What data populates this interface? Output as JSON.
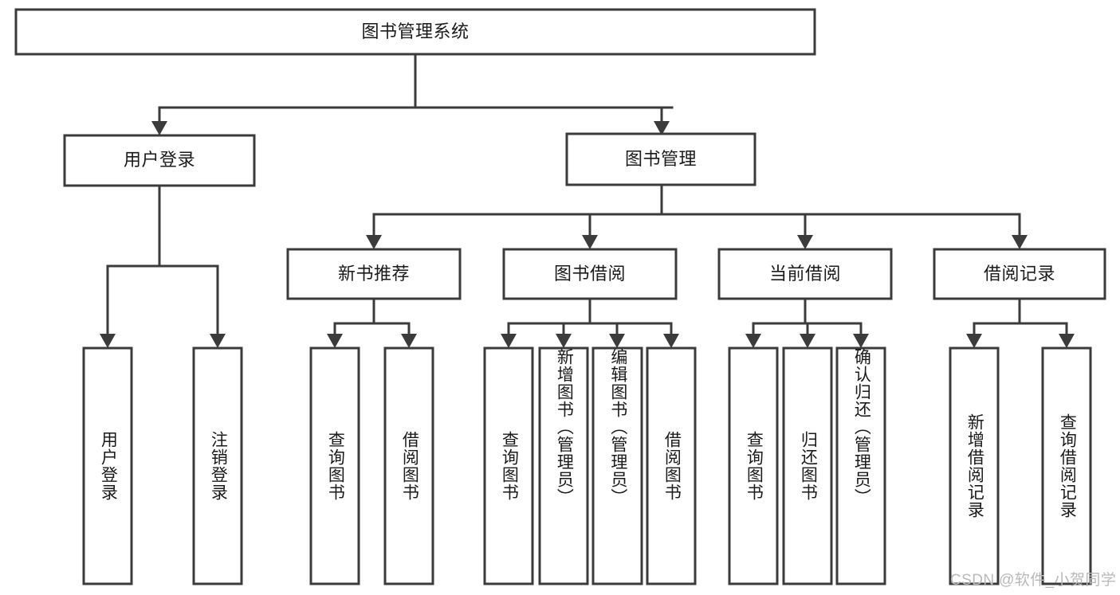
{
  "diagram": {
    "type": "tree-hierarchy-chart",
    "title": "图书管理系统",
    "colors": {
      "box_stroke": "#3b3b3b",
      "box_fill": "#ffffff",
      "connector": "#3b3b3b",
      "text": "#1a1a1a",
      "background": "#ffffff",
      "watermark": "#b9b9b9"
    },
    "root": {
      "label": "图书管理系统"
    },
    "level2": [
      {
        "label": "用户登录"
      },
      {
        "label": "图书管理"
      }
    ],
    "level3": [
      {
        "label": "新书推荐"
      },
      {
        "label": "图书借阅"
      },
      {
        "label": "当前借阅"
      },
      {
        "label": "借阅记录"
      }
    ],
    "leaves": {
      "user_login": [
        "用户登录",
        "注销登录"
      ],
      "new_book_recommend": [
        "查询图书",
        "借阅图书"
      ],
      "book_borrow": [
        "查询图书",
        "新增图书（管理员）",
        "编辑图书（管理员）",
        "借阅图书"
      ],
      "current_borrow": [
        "查询图书",
        "归还图书",
        "确认归还（管理员）"
      ],
      "borrow_record": [
        "新增借阅记录",
        "查询借阅记录"
      ]
    }
  },
  "watermark": {
    "text": "CSDN @软件_小贺同学"
  }
}
